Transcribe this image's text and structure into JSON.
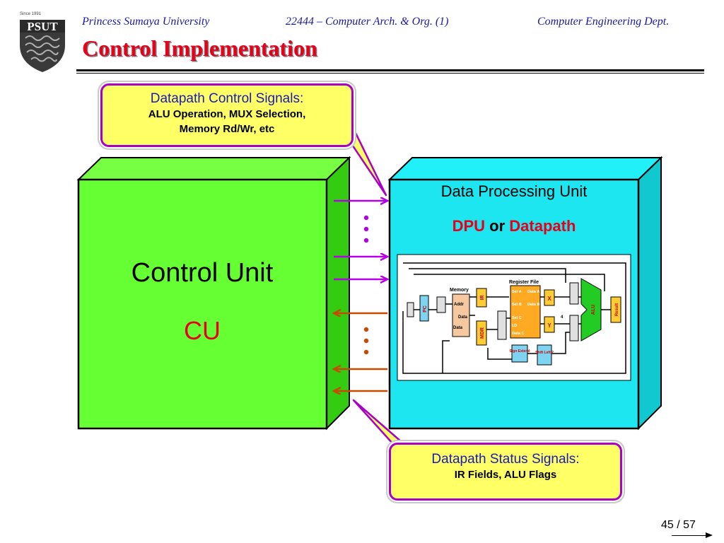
{
  "header": {
    "university": "Princess Sumaya University",
    "course": "22444 – Computer Arch. & Org. (1)",
    "department": "Computer Engineering Dept.",
    "logo_text": "PSUT",
    "logo_since": "Since 1991"
  },
  "slide": {
    "title": "Control Implementation",
    "page_current": "45",
    "page_separator": "/",
    "page_total": "57"
  },
  "control_unit": {
    "label": "Control Unit",
    "abbr": "CU"
  },
  "datapath": {
    "title": "Data Processing Unit",
    "abbr": "DPU",
    "connector": "or",
    "alt_name": "Datapath"
  },
  "callout_control": {
    "title": "Datapath Control Signals:",
    "line1": "ALU Operation, MUX Selection,",
    "line2": "Memory Rd/Wr, etc"
  },
  "callout_status": {
    "title": "Datapath Status Signals:",
    "line1": "IR Fields, ALU Flags"
  },
  "schematic": {
    "memory": "Memory",
    "addr": "Addr",
    "data1": "Data",
    "data2": "Data",
    "register_file": "Register File",
    "sel_a": "Sel A",
    "data_a": "Data A",
    "sel_b": "Sel B",
    "data_b": "Data B",
    "sel_c": "Sel C",
    "ld": "LD",
    "data_c": "Data C",
    "pc": "PC",
    "ir": "IR",
    "mdr": "MDR",
    "x": "X",
    "y": "Y",
    "alu": "ALU",
    "result": "Result",
    "sign_extend": "Sign Extend",
    "shift_left": "Shift Left 2",
    "four": "4"
  },
  "colors": {
    "control_unit_fill": "#66ff33",
    "datapath_fill": "#1ee6f0",
    "control_arrow": "#b400e6",
    "status_arrow": "#c84a00",
    "callout_fill": "#ffff66",
    "title_red": "#e8001a"
  }
}
